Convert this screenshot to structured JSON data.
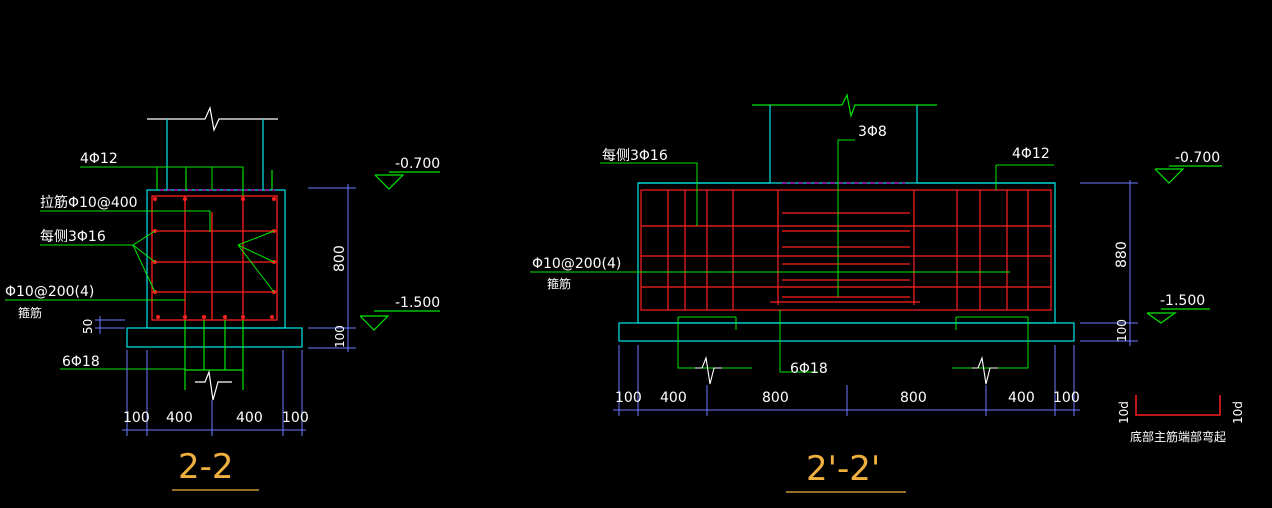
{
  "section_left": {
    "title": "2-2",
    "labels": {
      "top_bars": "4Φ12",
      "tie_bar": "拉筋Φ10@400",
      "side_bars": "每侧3Φ16",
      "stirrup": "Φ10@200(4)",
      "stirrup_sub": "箍筋",
      "bottom_bars": "6Φ18"
    },
    "elev_top": "-0.700",
    "elev_bottom": "-1.500",
    "dim_height": "800",
    "dim_50": "50",
    "dim_100": "100",
    "dims_bottom": [
      "100",
      "400",
      "400",
      "100"
    ]
  },
  "section_right": {
    "title": "2'-2'",
    "labels": {
      "mid_bars": "3Φ8",
      "side_bars": "每侧3Φ16",
      "top_bars": "4Φ12",
      "stirrup": "Φ10@200(4)",
      "stirrup_sub": "箍筋",
      "bottom_bars": "6Φ18"
    },
    "elev_top": "-0.700",
    "elev_bottom": "-1.500",
    "dim_height": "880",
    "dim_100": "100",
    "dims_bottom": [
      "100",
      "400",
      "800",
      "800",
      "400",
      "100"
    ]
  },
  "detail": {
    "label": "底部主筋端部弯起",
    "left_dim": "10d",
    "right_dim": "10d"
  },
  "colors": {
    "concrete": "#00e5e5",
    "rebar": "#ff2020",
    "leader": "#00e600",
    "dimension": "#6b7bff",
    "text": "#ffffff",
    "title": "#f0b040",
    "hidden": "#ff00ff"
  }
}
